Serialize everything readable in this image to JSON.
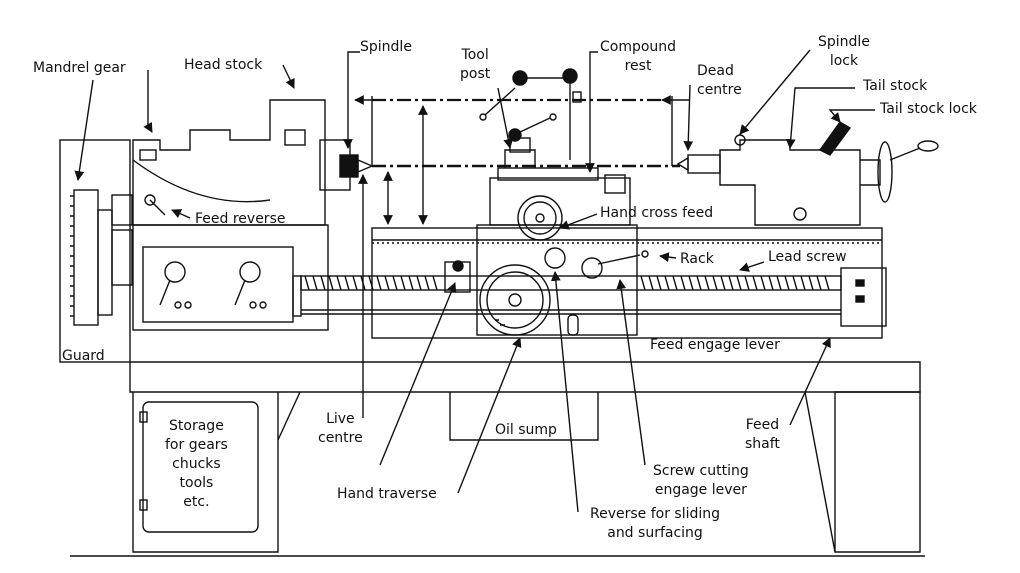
{
  "labels": {
    "mandrel_gear": "Mandrel gear",
    "head_stock": "Head stock",
    "spindle": "Spindle",
    "tool_post": [
      "Tool",
      "post"
    ],
    "compound_rest": [
      "Compound",
      "rest"
    ],
    "dead_centre": [
      "Dead",
      "centre"
    ],
    "spindle_lock": [
      "Spindle",
      "lock"
    ],
    "tail_stock": "Tail stock",
    "tail_stock_lock": "Tail stock lock",
    "feed_reverse": "Feed reverse",
    "hand_cross_feed": "Hand cross feed",
    "rack": "Rack",
    "lead_screw": "Lead screw",
    "guard": "Guard",
    "feed_engage_lever": "Feed engage lever",
    "storage": [
      "Storage",
      "for gears",
      "chucks",
      "tools",
      "etc."
    ],
    "live_centre": [
      "Live",
      "centre"
    ],
    "oil_sump": "Oil sump",
    "feed_shaft": [
      "Feed",
      "shaft"
    ],
    "screw_cutting_engage_lever": [
      "Screw cutting",
      "engage lever"
    ],
    "hand_traverse": "Hand traverse",
    "reverse_sliding_surfacing": [
      "Reverse for sliding",
      "and surfacing"
    ]
  },
  "colors": {
    "ink": "#111111",
    "fill": "#ffffff"
  }
}
